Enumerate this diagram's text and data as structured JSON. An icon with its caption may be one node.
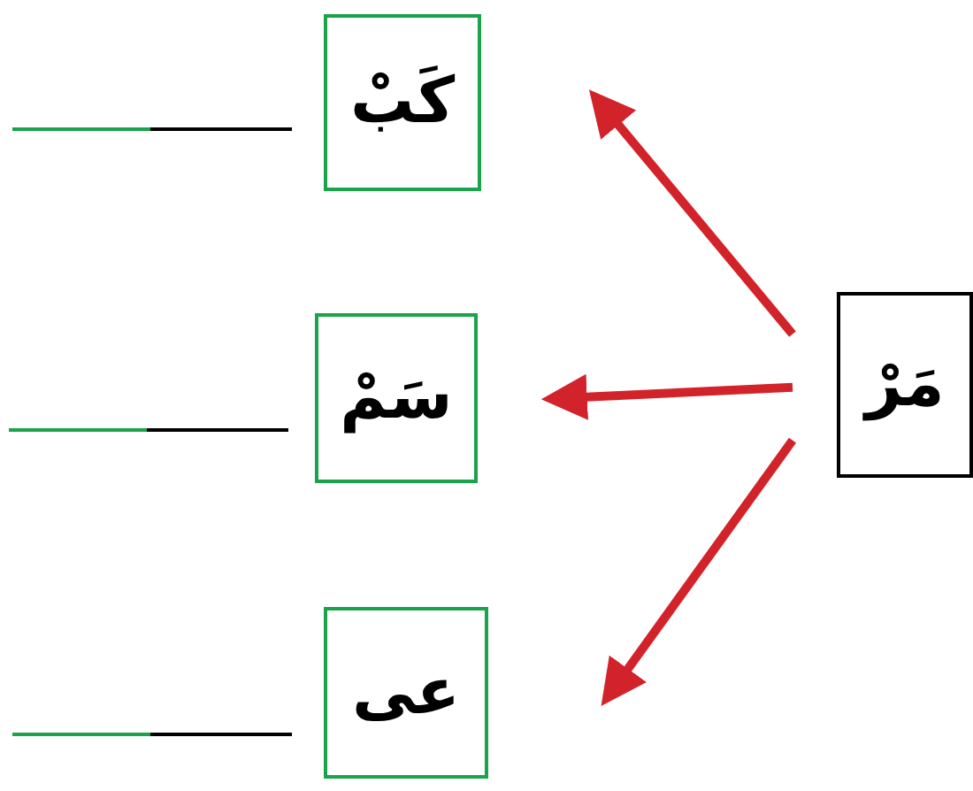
{
  "diagram": {
    "nodes": [
      {
        "text": [
          "مَرْ"
        ]
      },
      {
        "text": [
          "كَبْ"
        ]
      },
      {
        "text": [
          "سَمْ"
        ]
      },
      {
        "text": [
          "عى"
        ]
      }
    ],
    "edges": [
      {
        "from": 0,
        "to": 1,
        "arrow": "to"
      },
      {
        "from": 0,
        "to": 2,
        "arrow": "to"
      },
      {
        "from": 0,
        "to": 3,
        "arrow": "to"
      }
    ]
  }
}
